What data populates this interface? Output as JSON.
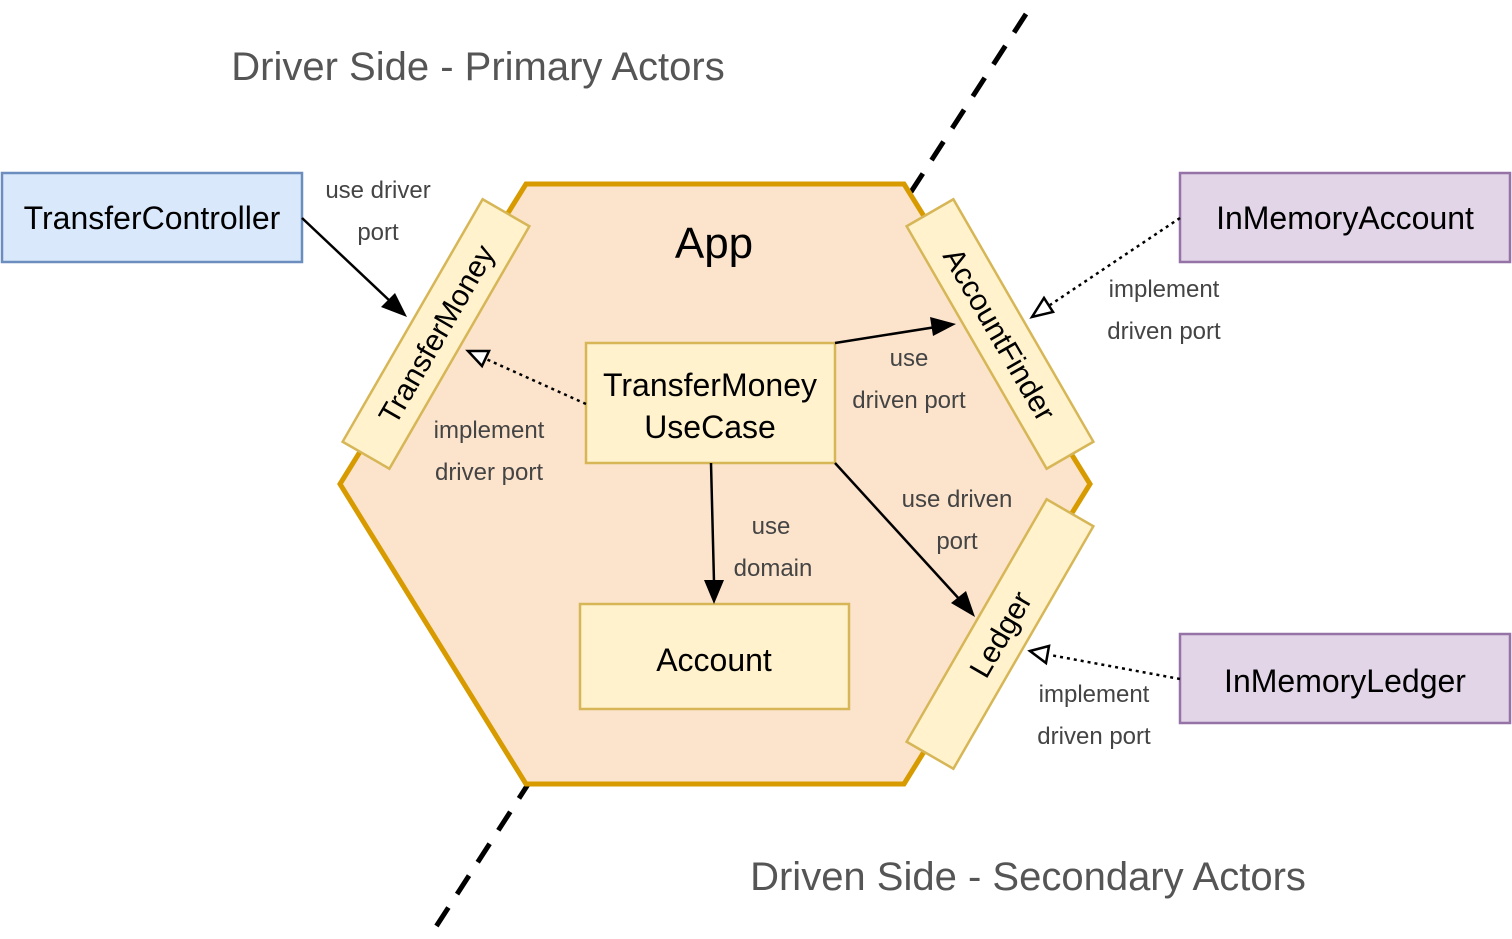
{
  "headings": {
    "driver_side": "Driver Side - Primary Actors",
    "driven_side": "Driven Side - Secondary Actors"
  },
  "app": {
    "label": "App"
  },
  "nodes": {
    "transfer_controller": "TransferController",
    "in_memory_account": "InMemoryAccount",
    "in_memory_ledger": "InMemoryLedger",
    "use_case_line1": "TransferMoney",
    "use_case_line2": "UseCase",
    "account": "Account"
  },
  "ports": {
    "transfer_money": "TransferMoney",
    "account_finder": "AccountFinder",
    "ledger": "Ledger"
  },
  "edges": {
    "controller_to_port": [
      "use driver",
      "port"
    ],
    "usecase_implements": [
      "implement",
      "driver port"
    ],
    "usecase_to_finder": [
      "use",
      "driven port"
    ],
    "usecase_to_ledger": [
      "use driven",
      "port"
    ],
    "usecase_to_account": [
      "use",
      "domain"
    ],
    "account_impl": [
      "implement",
      "driven port"
    ],
    "ledger_impl": [
      "implement",
      "driven port"
    ]
  },
  "colors": {
    "hexagon_fill": "#fce4cc",
    "hexagon_stroke": "#d79b00",
    "component_fill": "#fff2cc",
    "component_stroke": "#d6b656",
    "driver_fill": "#dae8fc",
    "driver_stroke": "#6c8ebf",
    "driven_fill": "#e1d5e7",
    "driven_stroke": "#9673a6"
  }
}
